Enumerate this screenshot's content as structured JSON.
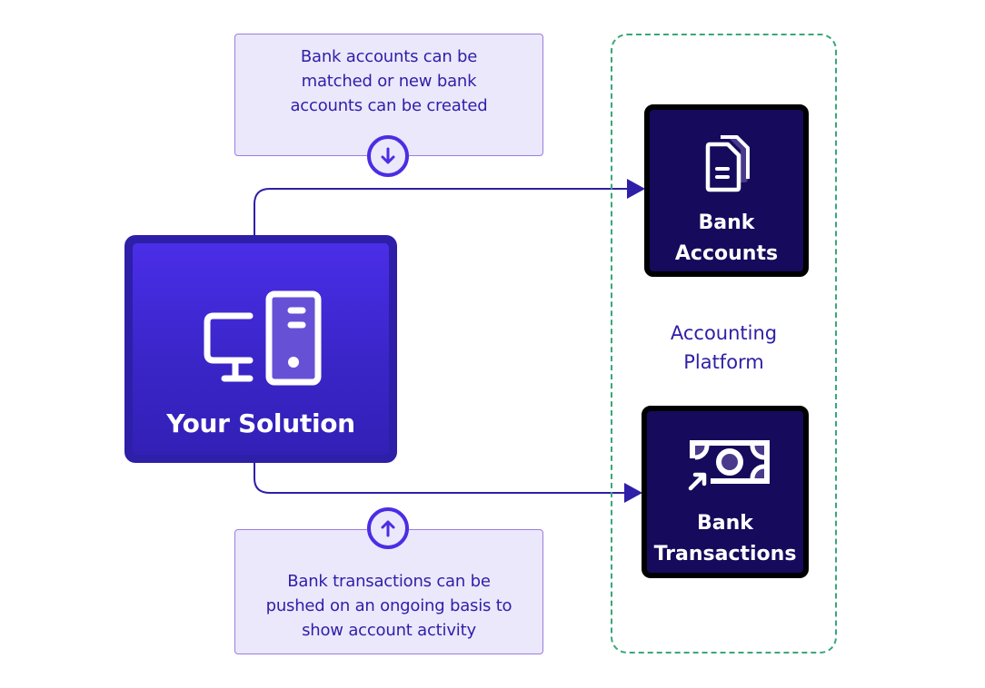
{
  "diagram": {
    "solution": {
      "label": "Your Solution",
      "icon": "computer-server-icon",
      "colors": {
        "outer": "#2e1fa8",
        "inner_top": "#4a2ee8",
        "inner_bottom": "#3220b6"
      }
    },
    "platform": {
      "label": "Accounting\nPlatform",
      "border_color": "#3aa77a"
    },
    "entities": [
      {
        "id": "bank-accounts",
        "label": "Bank\nAccounts",
        "icon": "documents-icon"
      },
      {
        "id": "bank-transactions",
        "label": "Bank\nTransactions",
        "icon": "cash-transfer-icon"
      }
    ],
    "notes": [
      {
        "id": "accounts-note",
        "text": "Bank accounts can be\nmatched or new bank\naccounts can be created",
        "direction_icon": "arrow-down-circle-icon"
      },
      {
        "id": "transactions-note",
        "text": "Bank transactions can be\npushed on an ongoing basis to\nshow account activity",
        "direction_icon": "arrow-up-circle-icon"
      }
    ],
    "connectors": [
      {
        "from": "Your Solution",
        "to": "Bank Accounts"
      },
      {
        "from": "Your Solution",
        "to": "Bank Transactions"
      }
    ],
    "colors": {
      "accent": "#4b2de4",
      "line": "#2e1fa8",
      "note_bg": "#ebe8fb",
      "note_border": "#9b7ee0",
      "entity_bg": "#150a5c",
      "text_accent": "#2e1fa8"
    }
  }
}
